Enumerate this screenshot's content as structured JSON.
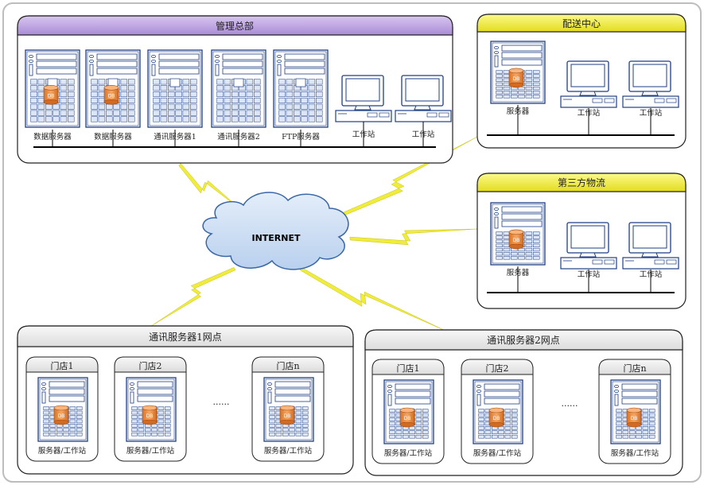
{
  "internet": {
    "label": "INTERNET"
  },
  "hq": {
    "title": "管理总部",
    "nodes": [
      {
        "type": "server",
        "db": true,
        "label": "数据服务器"
      },
      {
        "type": "server",
        "db": true,
        "label": "数据服务器"
      },
      {
        "type": "server",
        "db": false,
        "label": "通讯服务器1"
      },
      {
        "type": "server",
        "db": false,
        "label": "通讯服务器2"
      },
      {
        "type": "server",
        "db": false,
        "label": "FTP服务器"
      },
      {
        "type": "workstation",
        "label": "工作站"
      },
      {
        "type": "workstation",
        "label": "工作站"
      }
    ]
  },
  "distribution": {
    "title": "配送中心",
    "nodes": [
      {
        "type": "server",
        "db": true,
        "label": "服务器"
      },
      {
        "type": "workstation",
        "label": "工作站"
      },
      {
        "type": "workstation",
        "label": "工作站"
      }
    ]
  },
  "logistics": {
    "title": "第三方物流",
    "nodes": [
      {
        "type": "server",
        "db": true,
        "label": "服务器"
      },
      {
        "type": "workstation",
        "label": "工作站"
      },
      {
        "type": "workstation",
        "label": "工作站"
      }
    ]
  },
  "site1": {
    "title": "通讯服务器1网点",
    "ellipsis": "......",
    "stores": [
      {
        "title": "门店1",
        "label": "服务器/工作站"
      },
      {
        "title": "门店2",
        "label": "服务器/工作站"
      },
      {
        "title": "门店n",
        "label": "服务器/工作站"
      }
    ]
  },
  "site2": {
    "title": "通讯服务器2网点",
    "ellipsis": "......",
    "stores": [
      {
        "title": "门店1",
        "label": "服务器/工作站"
      },
      {
        "title": "门店2",
        "label": "服务器/工作站"
      },
      {
        "title": "门店n",
        "label": "服务器/工作站"
      }
    ]
  },
  "db_label": "DB",
  "colors": {
    "hq_header": "#c9b3e6",
    "yellow_header": "#f2f04a",
    "group_header": "#eeeeee",
    "cloud": "#c9dcf2",
    "cloud_stroke": "#3a67a8",
    "lightning": "#f0ec3c",
    "device_stroke": "#1f3f86",
    "db": "#f29a4a"
  }
}
